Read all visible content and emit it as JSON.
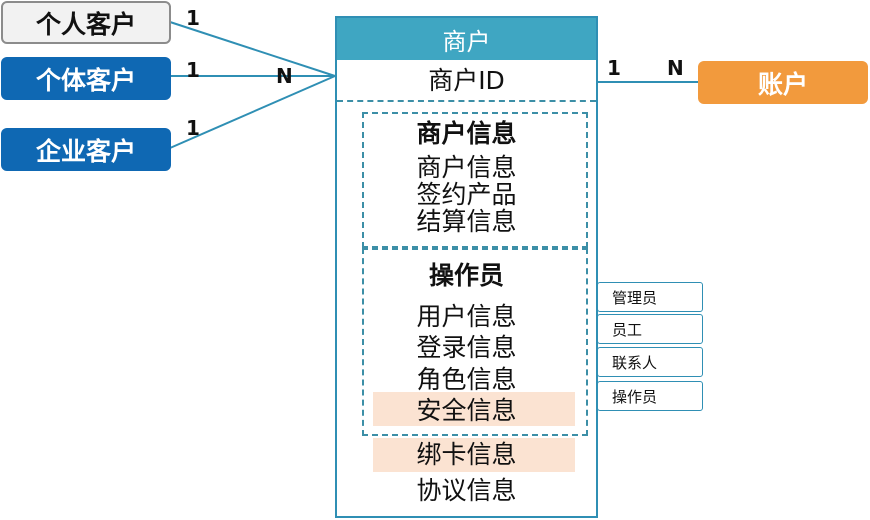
{
  "left_entities": [
    {
      "label": "个人客户"
    },
    {
      "label": "个体客户"
    },
    {
      "label": "企业客户"
    }
  ],
  "left_relation": {
    "ones": [
      "1",
      "1",
      "1"
    ],
    "many": "N"
  },
  "merchant": {
    "title": "商户",
    "id_field": "商户ID",
    "info_group": {
      "heading": "商户信息",
      "items": [
        "商户信息",
        "签约产品",
        "结算信息"
      ]
    },
    "operator_group": {
      "heading": "操作员",
      "items": [
        "用户信息",
        "登录信息",
        "角色信息",
        "安全信息"
      ]
    },
    "extra_items": [
      "绑卡信息",
      "协议信息"
    ]
  },
  "right_relation": {
    "one": "1",
    "many": "N"
  },
  "account": {
    "label": "账户"
  },
  "operator_roles": [
    "管理员",
    "员工",
    "联系人",
    "操作员"
  ],
  "colors": {
    "blue": "#0f68b3",
    "teal_header": "#3fa6c2",
    "orange": "#f29a3d",
    "highlight": "#fbe3d2",
    "line": "#2f8fb4"
  }
}
